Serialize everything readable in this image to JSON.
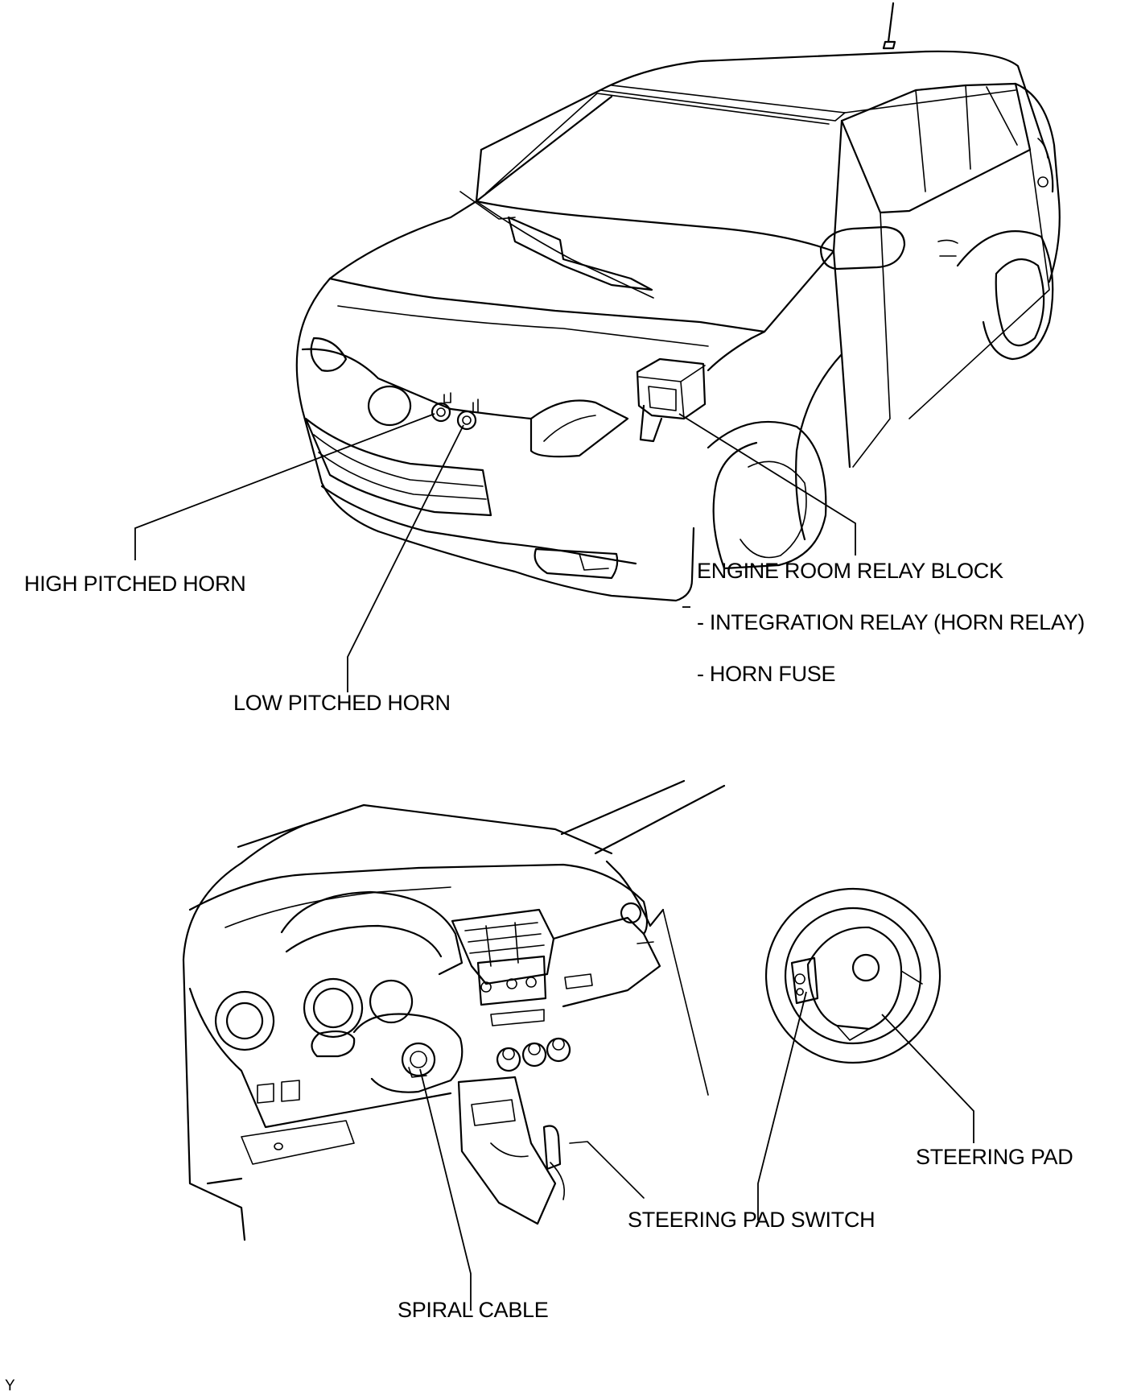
{
  "labels": {
    "high_pitched_horn": "HIGH PITCHED HORN",
    "low_pitched_horn": "LOW PITCHED HORN",
    "engine_room_relay_block": "ENGINE ROOM RELAY BLOCK",
    "integration_relay": "- INTEGRATION RELAY (HORN RELAY)",
    "horn_fuse": "- HORN FUSE",
    "spiral_cable": "SPIRAL CABLE",
    "steering_pad_switch": "STEERING PAD SWITCH",
    "steering_pad": "STEERING PAD"
  },
  "figure_code": "Y"
}
